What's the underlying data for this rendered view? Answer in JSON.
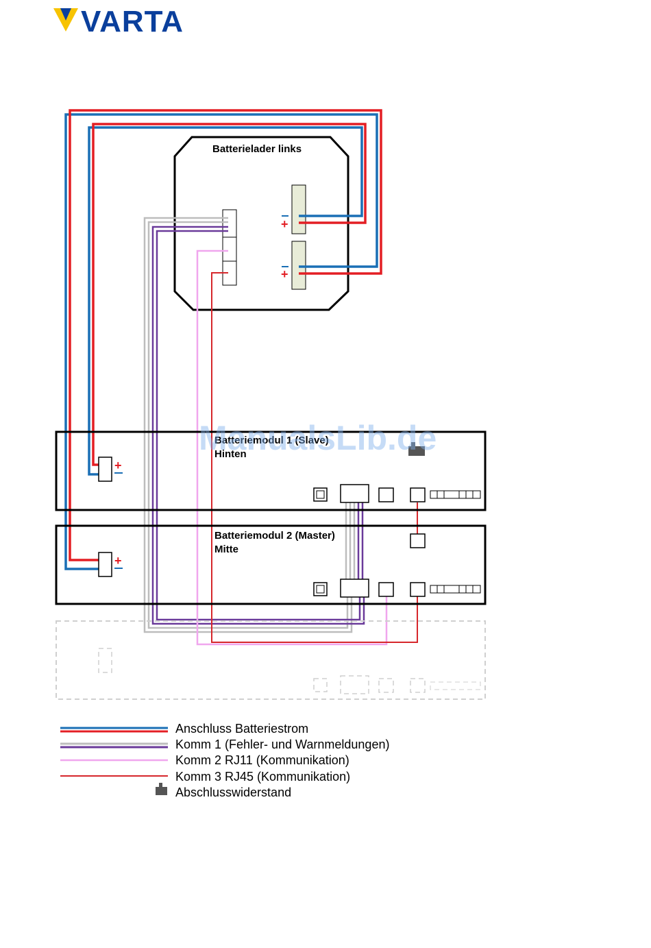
{
  "logo": {
    "text": "VARTA"
  },
  "watermark": "ManualsLib.de",
  "charger": {
    "title": "Batterielader links"
  },
  "module1": {
    "title": "Batteriemodul 1 (Slave)",
    "subtitle": "Hinten"
  },
  "module2": {
    "title": "Batteriemodul 2 (Master)",
    "subtitle": "Mitte"
  },
  "signs": {
    "plus": "+",
    "minus": "–"
  },
  "legend": [
    {
      "label": "Anschluss Batteriestrom",
      "colors": [
        "#1a6fb5",
        "#e31e24"
      ]
    },
    {
      "label": "Komm 1 (Fehler- und Warnmeldungen)",
      "colors": [
        "#bdbdbd",
        "#6a3a9a"
      ]
    },
    {
      "label": "Komm 2 RJ11 (Kommunikation)",
      "colors": [
        "#f0a6ee"
      ]
    },
    {
      "label": "Komm 3 RJ45 (Kommunikation)",
      "colors": [
        "#d6262b"
      ]
    },
    {
      "label": "Abschlusswiderstand",
      "colors": [
        "#555555"
      ]
    }
  ],
  "colors": {
    "power_pos": "#e31e24",
    "power_neg": "#1a6fb5",
    "comm1_grey": "#bdbdbd",
    "comm1_purple": "#6a3a9a",
    "rj11": "#f0a6ee",
    "rj45": "#d6262b",
    "logo_yellow": "#f7c300",
    "logo_blue": "#0a3f9c"
  }
}
